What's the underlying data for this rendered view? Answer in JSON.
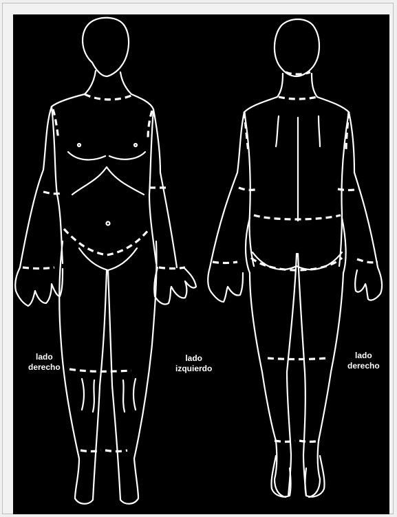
{
  "figure": {
    "background_color": "#000000",
    "outline_color": "#ffffff",
    "labels": {
      "front_left": {
        "line1": "lado",
        "line2": "derecho"
      },
      "middle": {
        "line1": "lado",
        "line2": "izquierdo"
      },
      "back_right": {
        "line1": "lado",
        "line2": "derecho"
      }
    }
  }
}
